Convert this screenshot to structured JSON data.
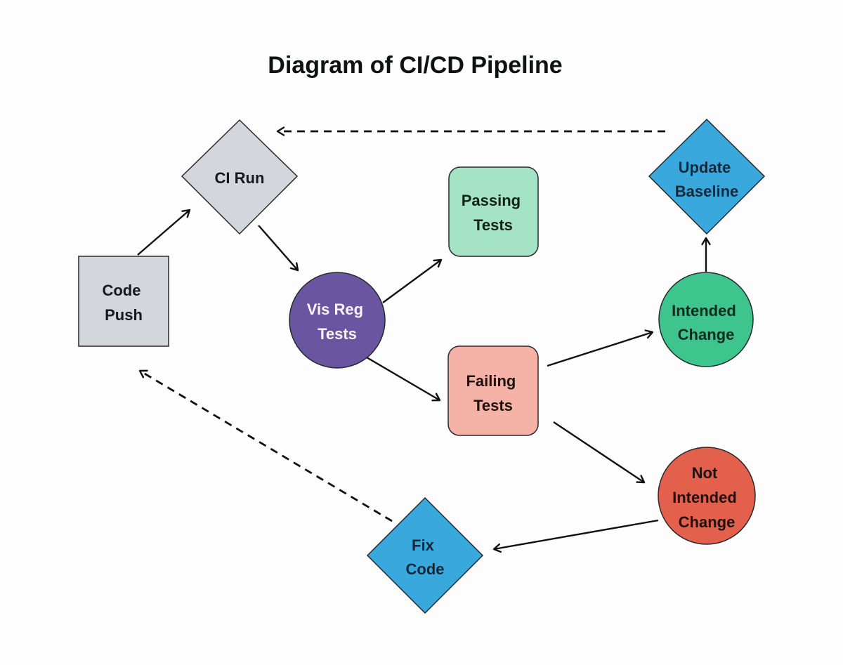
{
  "title": "Diagram of CI/CD Pipeline",
  "colors": {
    "background": "#fdfdfd",
    "edge_stroke": "#111111",
    "shape_border": "#26282c"
  },
  "nodes": [
    {
      "id": "code-push",
      "shape": "square",
      "label": "Code Push",
      "lines": [
        "Code",
        "Push"
      ],
      "fill": "#d3d7dc",
      "text_color": "#15181c"
    },
    {
      "id": "ci-run",
      "shape": "diamond",
      "label": "CI Run",
      "lines": [
        "CI Run"
      ],
      "fill": "#d3d7dc",
      "text_color": "#15181c"
    },
    {
      "id": "vis-reg-tests",
      "shape": "circle",
      "label": "Vis Reg Tests",
      "lines": [
        "Vis Reg",
        "Tests"
      ],
      "fill": "#6a55a0",
      "text_color": "#f7f5fa"
    },
    {
      "id": "passing-tests",
      "shape": "rounded-square",
      "label": "Passing Tests",
      "lines": [
        "Passing",
        "Tests"
      ],
      "fill": "#a5e3c6",
      "text_color": "#10211a"
    },
    {
      "id": "failing-tests",
      "shape": "rounded-square",
      "label": "Failing Tests",
      "lines": [
        "Failing",
        "Tests"
      ],
      "fill": "#f5b3a8",
      "text_color": "#1d100d"
    },
    {
      "id": "intended-change",
      "shape": "circle",
      "label": "Intended Change",
      "lines": [
        "Intended",
        "Change"
      ],
      "fill": "#3ec48d",
      "text_color": "#0f2b1f"
    },
    {
      "id": "not-intended-change",
      "shape": "circle",
      "label": "Not Intended Change",
      "lines": [
        "Not",
        "Intended",
        "Change"
      ],
      "fill": "#e3604d",
      "text_color": "#200f0b"
    },
    {
      "id": "update-baseline",
      "shape": "diamond",
      "label": "Update Baseline",
      "lines": [
        "Update",
        "Baseline"
      ],
      "fill": "#38a8dd",
      "text_color": "#14283a"
    },
    {
      "id": "fix-code",
      "shape": "diamond",
      "label": "Fix Code",
      "lines": [
        "Fix",
        "Code"
      ],
      "fill": "#38a8dd",
      "text_color": "#14283a"
    }
  ],
  "edges": [
    {
      "from": "code-push",
      "to": "ci-run",
      "style": "solid"
    },
    {
      "from": "ci-run",
      "to": "vis-reg-tests",
      "style": "solid"
    },
    {
      "from": "vis-reg-tests",
      "to": "passing-tests",
      "style": "solid"
    },
    {
      "from": "vis-reg-tests",
      "to": "failing-tests",
      "style": "solid"
    },
    {
      "from": "failing-tests",
      "to": "intended-change",
      "style": "solid"
    },
    {
      "from": "failing-tests",
      "to": "not-intended-change",
      "style": "solid"
    },
    {
      "from": "intended-change",
      "to": "update-baseline",
      "style": "solid"
    },
    {
      "from": "not-intended-change",
      "to": "fix-code",
      "style": "solid"
    },
    {
      "from": "update-baseline",
      "to": "ci-run",
      "style": "dashed"
    },
    {
      "from": "fix-code",
      "to": "code-push",
      "style": "dashed"
    }
  ]
}
